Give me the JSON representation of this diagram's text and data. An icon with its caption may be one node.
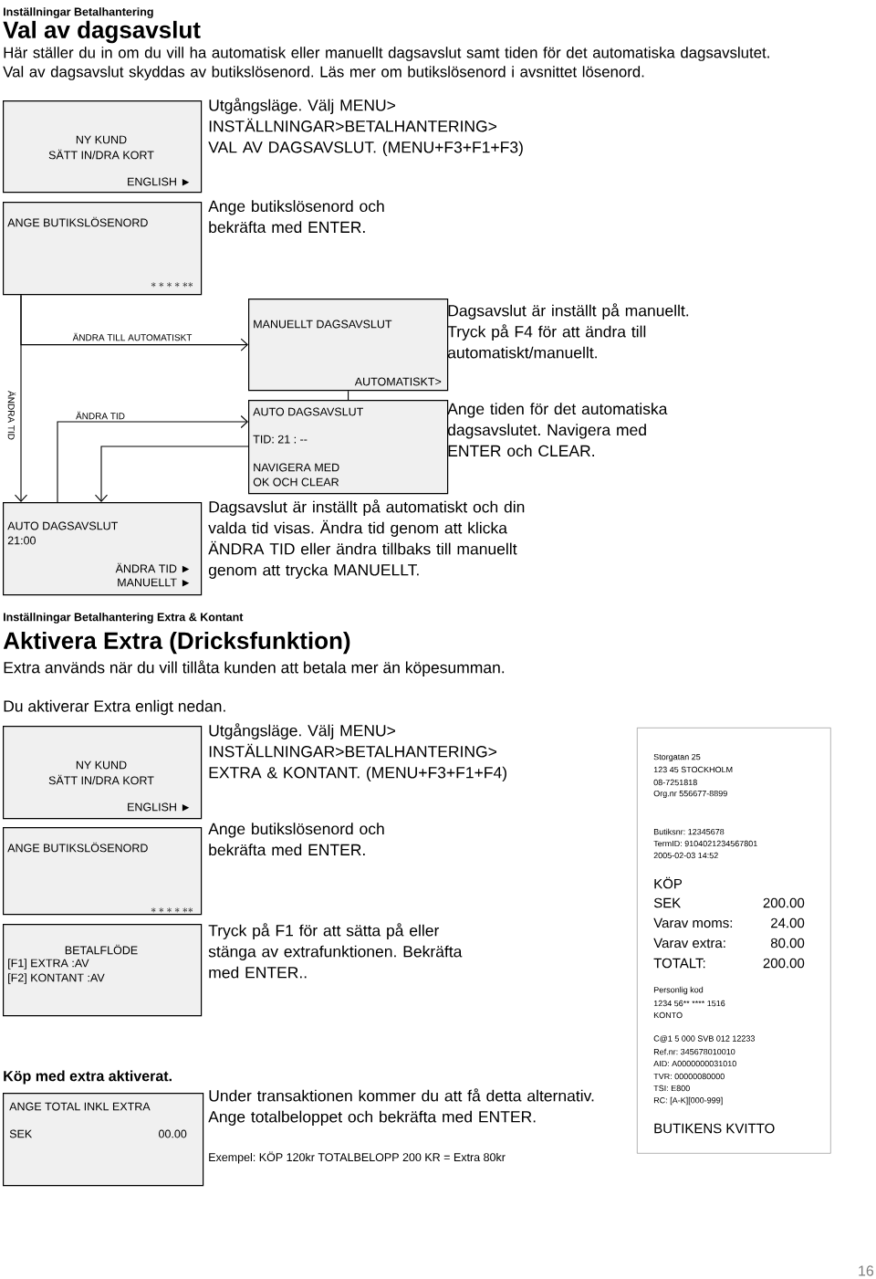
{
  "diagram": {
    "nodes": [
      {
        "text": [
          "NY KUND",
          "SÄTT IN/DRA KORT",
          "ENGLISH ►"
        ],
        "beside": [
          "Utgångsläge. Välj MENU> INSTÄLLNINGAR>BETALHANTERING> VAL AV DAGSAVSLUT. (MENU+F3+F1+F3)"
        ]
      },
      {
        "text": [
          "ANGE BUTIKSLÖSENORD",
          "******"
        ],
        "beside": [
          "Ange butikslösenord och bekräfta med ENTER."
        ]
      },
      {
        "text": [
          "MANUELLT DAGSAVSLUT",
          "AUTOMATISKT>"
        ],
        "beside": [
          "Dagsavslut är inställt på manuellt. Tryck på F4 för att ändra till automatiskt/manuellt."
        ]
      },
      {
        "text": [
          "AUTO DAGSAVSLUT",
          "TID: 21 : --",
          "NAVIGERA MED",
          "OK OCH CLEAR"
        ],
        "beside": [
          "Ange tiden för det automatiska dagsavslutet. Navigera med ENTER och CLEAR."
        ]
      },
      {
        "text": [
          "AUTO DAGSAVSLUT",
          "21:00",
          "ÄNDRA TID ►",
          "MANUELLT ►"
        ],
        "beside": [
          "Dagsavslut är inställt på automatiskt och din valda tid visas. Ändra tid genom att klicka ÄNDRA TID eller ändra tillbaks till manuellt genom att trycka MANUELLT."
        ]
      },
      {
        "text": [
          "NY KUND",
          "SÄTT IN/DRA KORT",
          "ENGLISH ►"
        ],
        "beside": [
          "Utgångsläge. Välj MENU> INSTÄLLNINGAR>BETALHANTERING> EXTRA & KONTANT. (MENU+F3+F1+F4)"
        ]
      },
      {
        "text": [
          "ANGE BUTIKSLÖSENORD",
          "******"
        ],
        "beside": [
          "Ange butikslösenord och bekräfta med ENTER."
        ]
      },
      {
        "text": [
          "BETALFLÖDE",
          "[F1] EXTRA :AV",
          "[F2] KONTANT :AV"
        ],
        "beside": [
          "Tryck på F1 för att sätta på eller stänga av extrafunktionen. Bekräfta med ENTER.."
        ]
      },
      {
        "text": [
          "ANGE TOTAL INKL EXTRA",
          "SEK",
          "00.00"
        ],
        "beside": [
          "Under transaktionen kommer du att få detta alternativ. Ange totalbeloppet och bekräfta med ENTER."
        ]
      },
      {
        "text": [
          "Storgatan 25",
          "123 45 STOCKHOLM",
          "08-7251818",
          "Org.nr 556677-8899",
          "Butiksnr: 12345678",
          "TermID: 9104021234567801",
          "2005-02-03 14:52",
          "KÖP",
          "SEK",
          "200.00",
          "Varav moms:",
          "24.00",
          "Varav extra:",
          "80.00",
          "TOTALT:",
          "200.00",
          "Personlig kod",
          "1234 56** **** 1516",
          "KONTO",
          "C@1 5 000 SVB 012 12233",
          "Ref.nr: 345678010010",
          "AID: A0000000031010",
          "TVR: 00000080000",
          "TSI: E800",
          "RC: [A-K][000-999]",
          "BUTIKENS KVITTO"
        ]
      }
    ],
    "edges": [
      {
        "from": 1,
        "to": 4,
        "arrow": "to",
        "label": "ÄNDRA TID"
      },
      {
        "from": 1,
        "to": 2,
        "arrow": "to",
        "label": "ÄNDRA TILL AUTOMATISKT"
      },
      {
        "from": 2,
        "to": 3,
        "arrow": "none"
      },
      {
        "from": 4,
        "to": 3,
        "arrow": "to",
        "label": "ÄNDRA TID"
      },
      {
        "from": 3,
        "to": 4,
        "arrow": "to"
      }
    ],
    "labels": [
      "Inställningar Betalhantering",
      "Val av dagsavslut",
      "Här ställer du in om du vill ha automatisk eller manuellt dagsavslut samt tiden för det automatiska dagsavslutet. Val av dagsavslut skyddas av butikslösenord. Läs mer om butikslösenord i avsnittet lösenord.",
      "Inställningar Betalhantering Extra & Kontant",
      "Aktivera Extra (Dricksfunktion)",
      "Extra används när du vill tillåta kunden att betala mer än köpesumman.",
      "Du aktiverar Extra enligt nedan.",
      "Köp med extra aktiverat.",
      "Exempel: KÖP 120kr TOTALBELOPP 200 KR = Extra 80kr",
      "16"
    ]
  }
}
